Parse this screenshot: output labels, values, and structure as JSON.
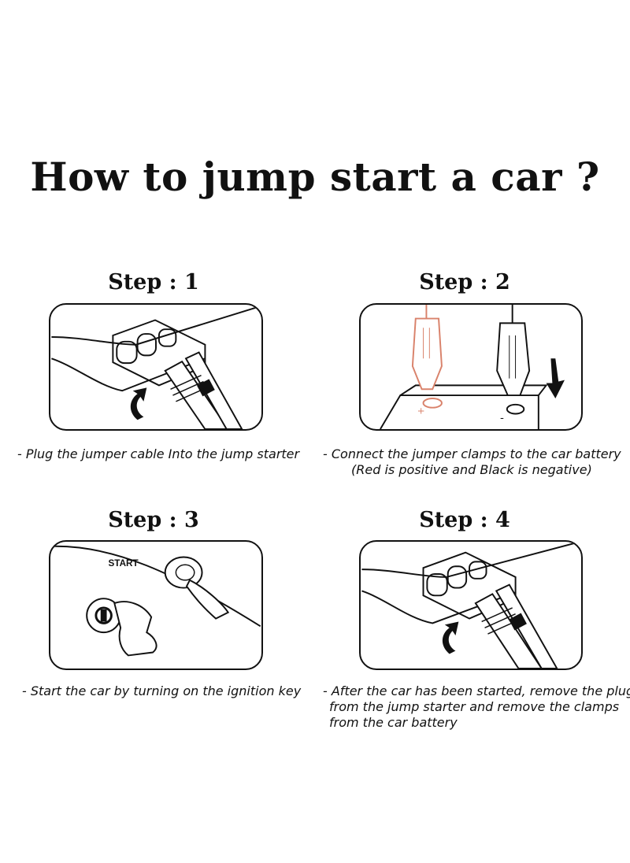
{
  "title": "How to jump start a car ?",
  "steps": [
    {
      "heading": "Step : 1",
      "caption": [
        "- Plug the jumper cable Into the jump starter"
      ]
    },
    {
      "heading": "Step : 2",
      "caption": [
        "- Connect the jumper clamps to the car battery",
        "(Red is positive and Black is negative)"
      ],
      "polarity": {
        "positive": "+",
        "negative": "-"
      }
    },
    {
      "heading": "Step : 3",
      "caption": [
        "- Start the car by turning on the ignition key"
      ],
      "button_label": "START"
    },
    {
      "heading": "Step : 4",
      "caption": [
        "- After the car has been started, remove the plug",
        "from the jump starter and remove the clamps",
        "from the car battery"
      ]
    }
  ],
  "colors": {
    "ink": "#111111",
    "positive_clamp": "#d9826b"
  }
}
